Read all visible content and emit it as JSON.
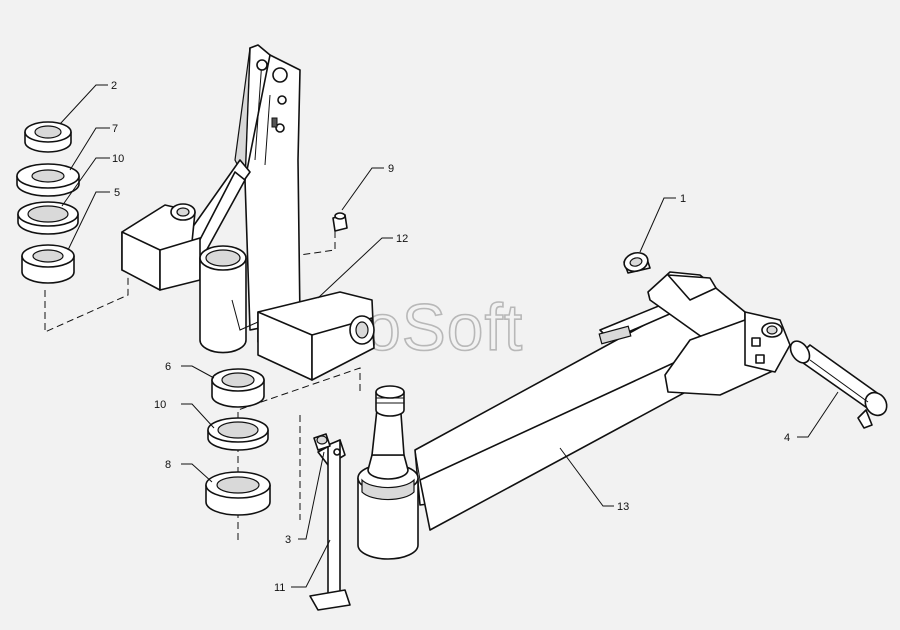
{
  "watermark": "AutoSoft",
  "callouts": [
    {
      "id": "c2",
      "text": "2"
    },
    {
      "id": "c7",
      "text": "7"
    },
    {
      "id": "c10a",
      "text": "10"
    },
    {
      "id": "c5",
      "text": "5"
    },
    {
      "id": "c9",
      "text": "9"
    },
    {
      "id": "c12",
      "text": "12"
    },
    {
      "id": "c1",
      "text": "1"
    },
    {
      "id": "c6",
      "text": "6"
    },
    {
      "id": "c10b",
      "text": "10"
    },
    {
      "id": "c8",
      "text": "8"
    },
    {
      "id": "c3",
      "text": "3"
    },
    {
      "id": "c11",
      "text": "11"
    },
    {
      "id": "c13",
      "text": "13"
    },
    {
      "id": "c4",
      "text": "4"
    }
  ]
}
